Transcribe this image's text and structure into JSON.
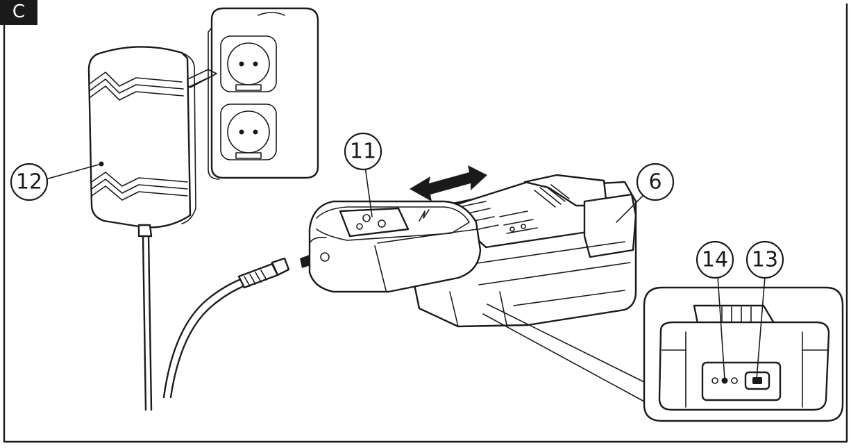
{
  "panel": {
    "label": "C"
  },
  "callouts": [
    {
      "id": "12",
      "label": "12"
    },
    {
      "id": "11",
      "label": "11"
    },
    {
      "id": "6",
      "label": "6"
    },
    {
      "id": "14",
      "label": "14"
    },
    {
      "id": "13",
      "label": "13"
    }
  ],
  "colors": {
    "ink": "#1a1a1a",
    "paper": "#ffffff"
  }
}
